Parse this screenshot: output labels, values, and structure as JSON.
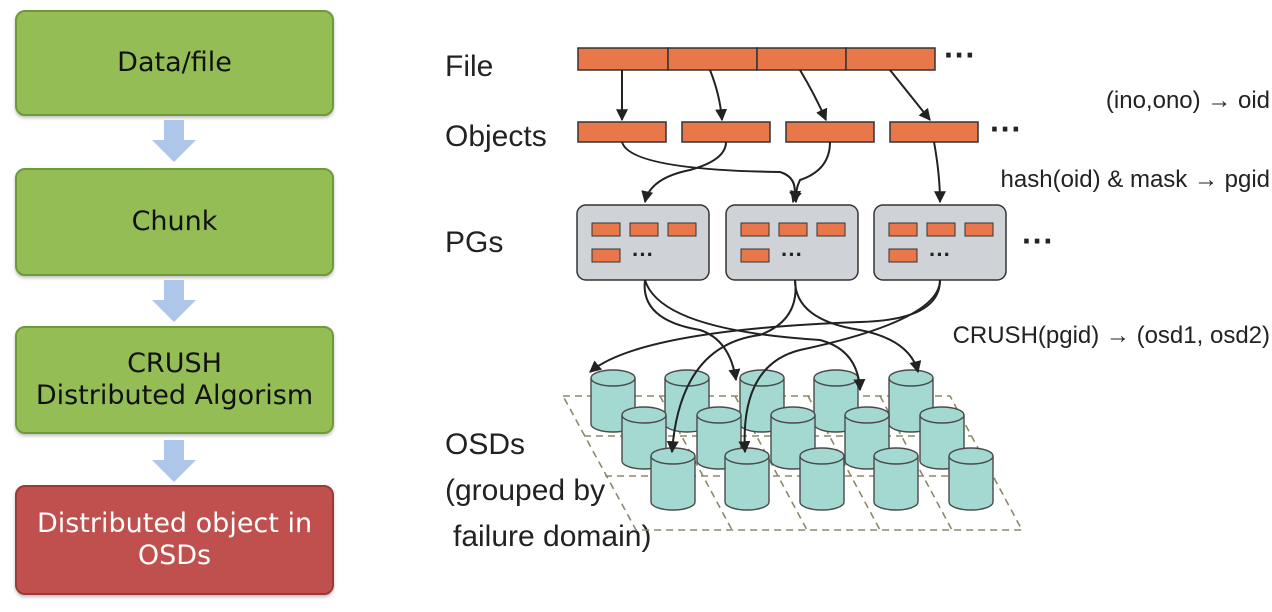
{
  "flow": {
    "steps": [
      "Data/file",
      "Chunk",
      "CRUSH\nDistributed Algorism",
      "Distributed object in\nOSDs"
    ],
    "colors": {
      "step": "#94bd56",
      "final": "#c0504d",
      "arrow": "#aec6ea"
    }
  },
  "diagram": {
    "layers": {
      "file": "File",
      "objects": "Objects",
      "pgs": "PGs",
      "osds": "OSDs\n(grouped by\nfailure domain)"
    },
    "mappings": {
      "file_to_object": "(ino,ono) → oid",
      "object_to_pg": "hash(oid) & mask → pgid",
      "pg_to_osd": "CRUSH(pgid) → (osd1, osd2)"
    },
    "ellipsis": "···",
    "pg_ellipsis": "···",
    "colors": {
      "block": "#e8784a",
      "pg_fill": "#cfd3d8",
      "disk": "#a4d9d2"
    }
  }
}
